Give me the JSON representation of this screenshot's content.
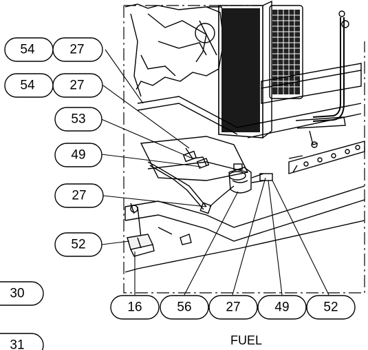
{
  "callouts": {
    "c1": "54",
    "c2": "27",
    "c3": "54",
    "c4": "27",
    "c5": "53",
    "c6": "49",
    "c7": "27",
    "c8": "52",
    "c9": "30",
    "c10": "16",
    "c11": "56",
    "c12": "27",
    "c13": "49",
    "c14": "52",
    "c15": "31"
  },
  "caption": "FUEL"
}
